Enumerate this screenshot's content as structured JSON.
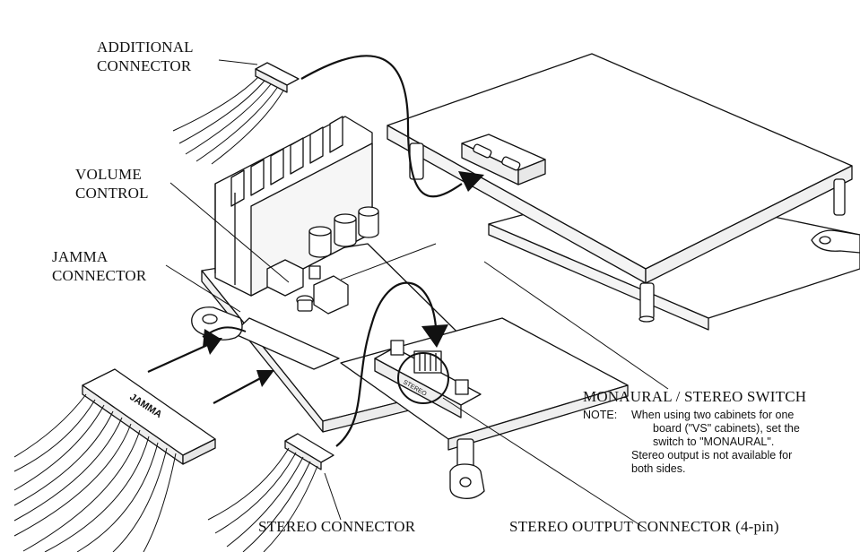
{
  "labels": {
    "additional_connector": [
      "ADDITIONAL",
      "CONNECTOR"
    ],
    "volume_control": [
      "VOLUME",
      "CONTROL"
    ],
    "jamma_connector": [
      "JAMMA",
      "CONNECTOR"
    ],
    "monaural_stereo_switch": "MONAURAL / STEREO SWITCH",
    "stereo_connector": "STEREO CONNECTOR",
    "stereo_output_connector": "STEREO OUTPUT CONNECTOR (4-pin)"
  },
  "note": {
    "prefix": "NOTE:",
    "lines": [
      "When using two cabinets for one",
      "board (\"VS\" cabinets), set the",
      "switch to \"MONAURAL\".",
      "Stereo output is not available for",
      "both sides."
    ]
  },
  "part_marks": {
    "jamma_plug": "JAMMA",
    "stereo_switch": "STEREO"
  },
  "colors": {
    "line": "#111111",
    "fill": "#ffffff"
  }
}
